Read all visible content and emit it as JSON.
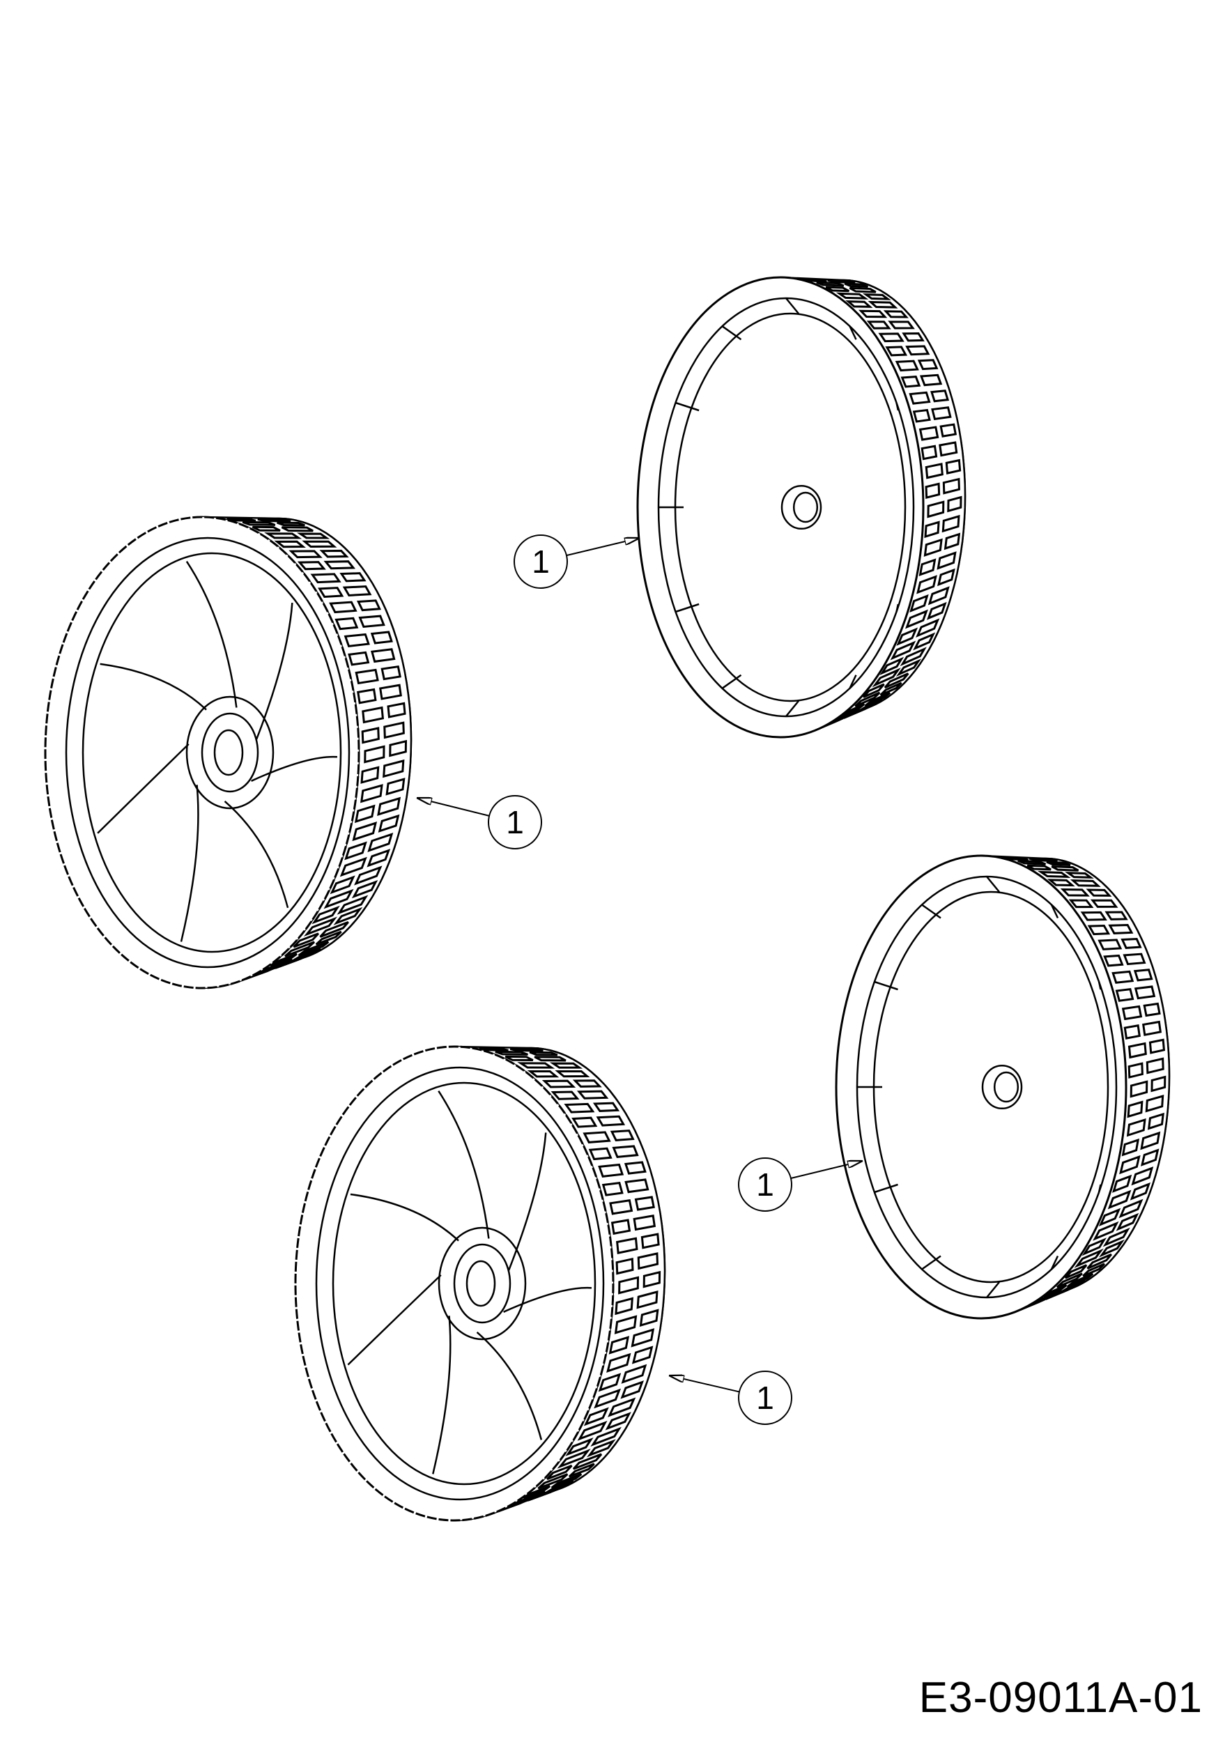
{
  "diagram": {
    "drawing_code": "E3-09011A-01",
    "line_color": "#000000",
    "background": "#ffffff",
    "callouts": [
      {
        "part_number": "1",
        "target": "wheel-rear-top"
      },
      {
        "part_number": "1",
        "target": "wheel-front-left"
      },
      {
        "part_number": "1",
        "target": "wheel-rear-bottom"
      },
      {
        "part_number": "1",
        "target": "wheel-front-bottom"
      }
    ],
    "wheels": [
      {
        "id": "wheel-rear-top",
        "view": "back"
      },
      {
        "id": "wheel-front-left",
        "view": "front"
      },
      {
        "id": "wheel-rear-bottom",
        "view": "back"
      },
      {
        "id": "wheel-front-bottom",
        "view": "front"
      }
    ]
  }
}
